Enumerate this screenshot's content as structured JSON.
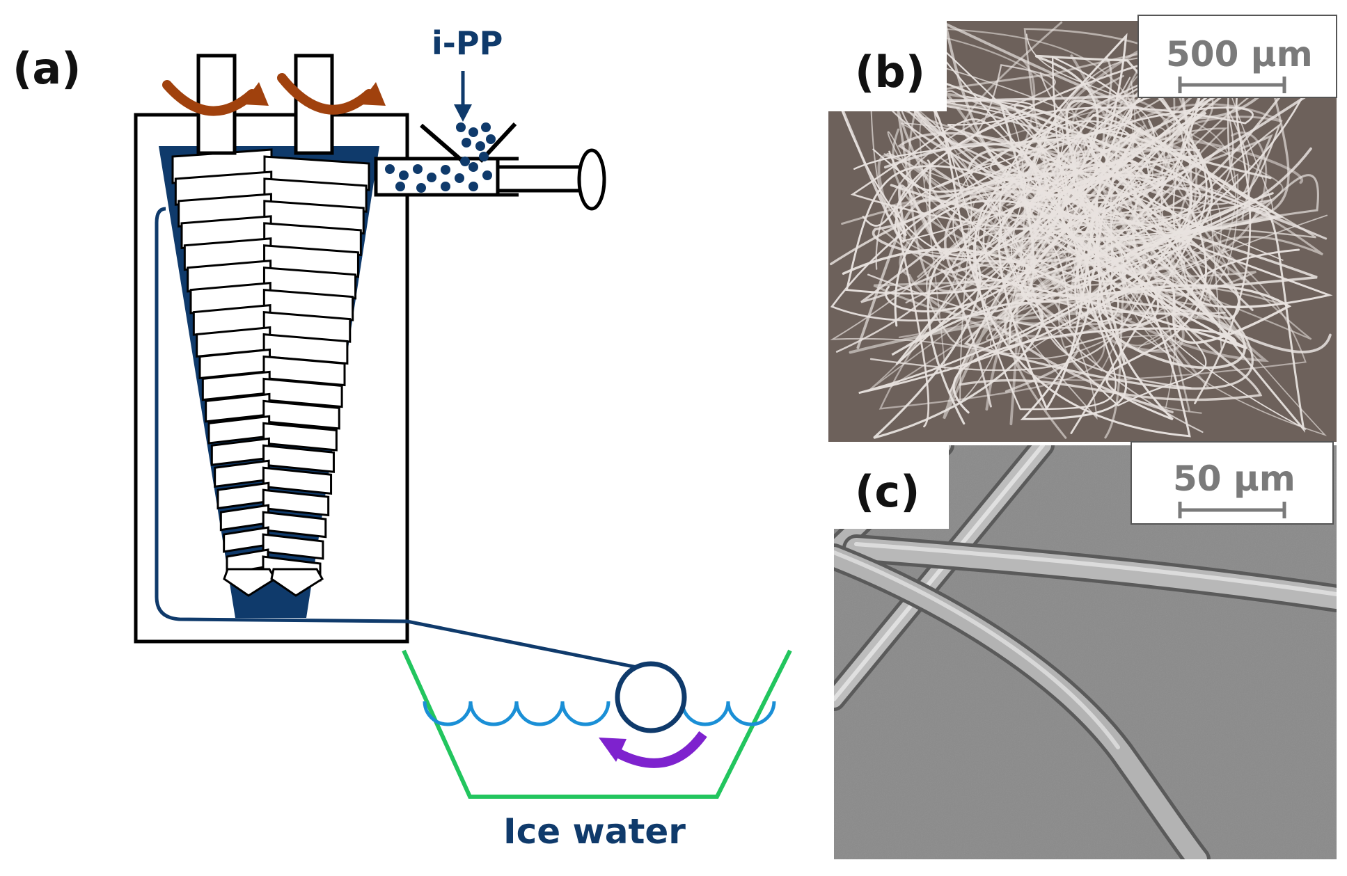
{
  "figure": {
    "panel_a": {
      "label": "(a)",
      "feed_label": "i-PP",
      "bath_label": "Ice water"
    },
    "panel_b": {
      "label": "(b)",
      "scale_bar": "500 µm"
    },
    "panel_c": {
      "label": "(c)",
      "scale_bar": "50 µm"
    }
  },
  "colors": {
    "navy": "#0f3a6b",
    "rotation_arrow": "#a0410d",
    "bath_outline": "#22c55e",
    "water_line": "#1a8fd6",
    "roller_arrow": "#7e22ce",
    "photo_b_background": "#6d615b",
    "photo_c_background": "#8a8a8a"
  }
}
